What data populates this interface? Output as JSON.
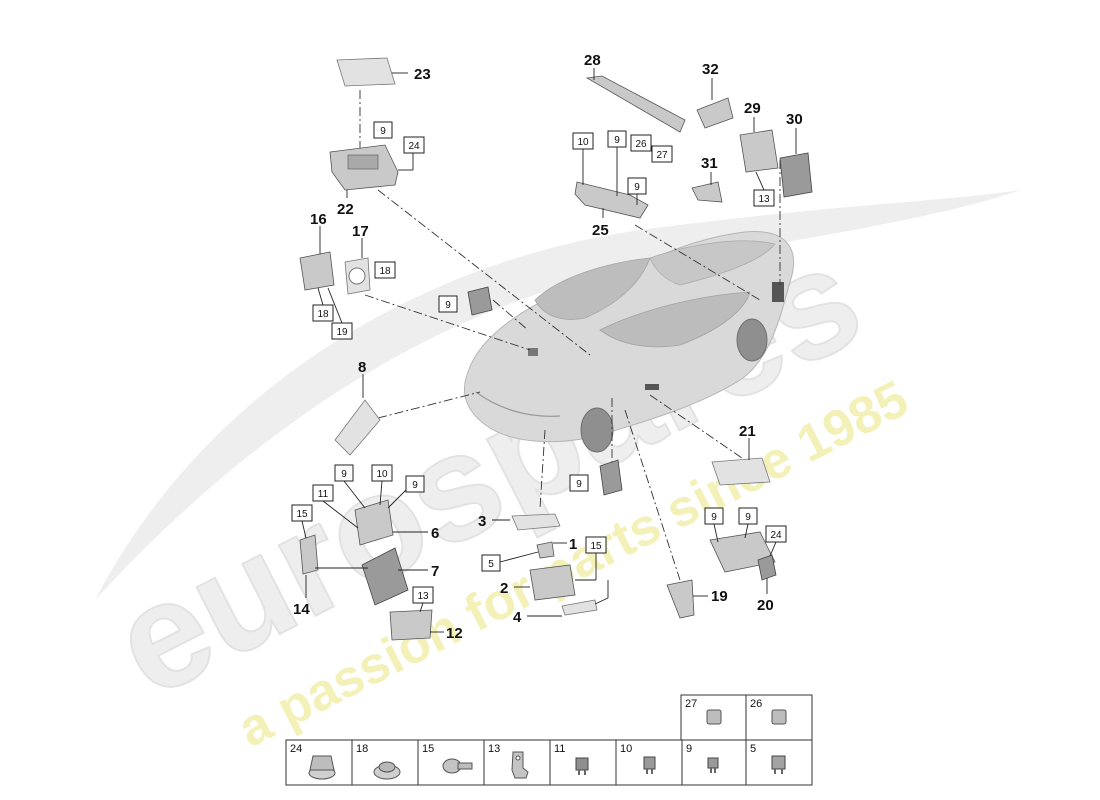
{
  "watermark": {
    "brand": "eurospares",
    "tagline": "a passion for parts since 1985"
  },
  "callouts": [
    "23",
    "28",
    "32",
    "29",
    "30",
    "31",
    "25",
    "22",
    "16",
    "17",
    "8",
    "21",
    "3",
    "1",
    "2",
    "4",
    "6",
    "7",
    "14",
    "12",
    "19",
    "20"
  ],
  "boxed_refs": [
    "9",
    "24",
    "10",
    "9",
    "26",
    "27",
    "9",
    "13",
    "18",
    "18",
    "19",
    "9",
    "9",
    "10",
    "9",
    "11",
    "15",
    "5",
    "15",
    "13",
    "9",
    "9",
    "9",
    "24"
  ],
  "hardware_table": {
    "top_row": [
      {
        "number": "27",
        "icon": "square-relay-icon"
      },
      {
        "number": "26",
        "icon": "square-relay-icon"
      }
    ],
    "bottom_row": [
      {
        "number": "24",
        "icon": "flange-nut-icon"
      },
      {
        "number": "18",
        "icon": "flange-nut-icon"
      },
      {
        "number": "15",
        "icon": "bolt-icon"
      },
      {
        "number": "13",
        "icon": "bracket-clip-icon"
      },
      {
        "number": "11",
        "icon": "relay-icon"
      },
      {
        "number": "10",
        "icon": "fuse-icon"
      },
      {
        "number": "9",
        "icon": "fuse-icon"
      },
      {
        "number": "5",
        "icon": "relay-icon"
      }
    ]
  }
}
